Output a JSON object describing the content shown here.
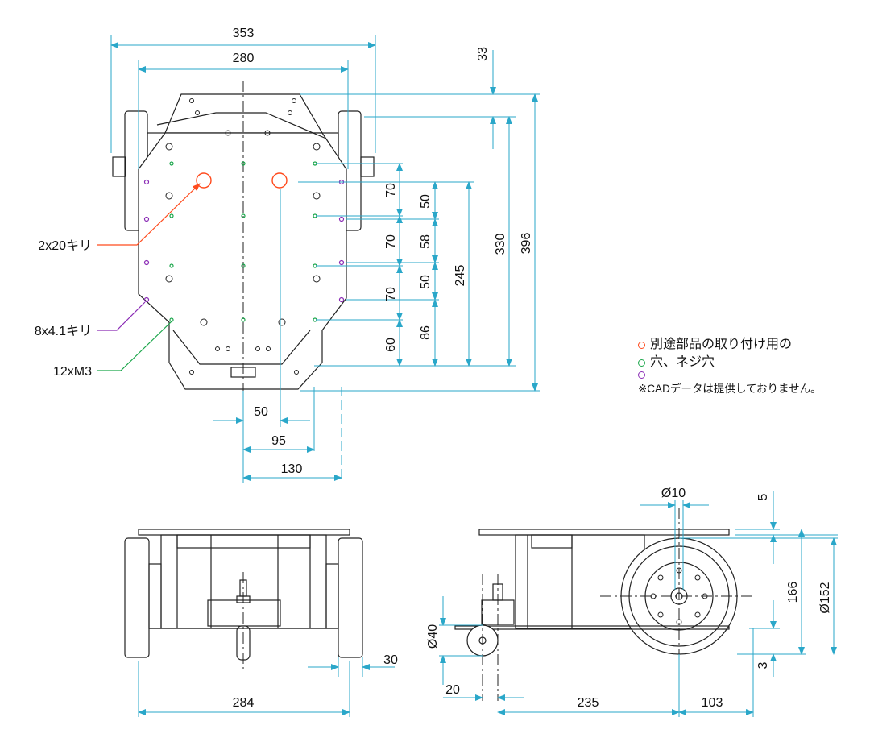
{
  "dimensions": {
    "top_view": {
      "overall_width": "353",
      "plate_width": "280",
      "front_offset": "33",
      "hole_spacing_a": "70",
      "hole_spacing_b": "70",
      "hole_spacing_c": "70",
      "hole_spacing_d": "60",
      "hole_offset_a": "50",
      "hole_offset_b": "58",
      "hole_offset_c": "50",
      "hole_offset_d": "86",
      "span_245": "245",
      "span_330": "330",
      "overall_length": "396",
      "offset_50": "50",
      "offset_95": "95",
      "offset_130": "130"
    },
    "front_view": {
      "wheel_track": "284",
      "wheel_width": "30"
    },
    "side_view": {
      "axle_dia": "Ø10",
      "plate_thickness": "5",
      "top_height": "166",
      "wheel_dia": "Ø152",
      "ground_clearance": "3",
      "caster_dia": "Ø40",
      "caster_offset": "20",
      "wheelbase": "235",
      "rear_overhang": "103"
    }
  },
  "callouts": {
    "mount_holes": "2x20キリ",
    "through_holes": "8x4.1キリ",
    "tapped_holes": "12xM3"
  },
  "legend": {
    "red_label": "別途部品の取り付け用の",
    "green_label": "穴、ネジ穴",
    "note": "※CADデータは提供しておりません。"
  },
  "colors": {
    "dimension": "#2aa7c9",
    "red": "#ff4a1c",
    "green": "#1aa64a",
    "purple": "#8a2bb5",
    "line": "#222222"
  }
}
